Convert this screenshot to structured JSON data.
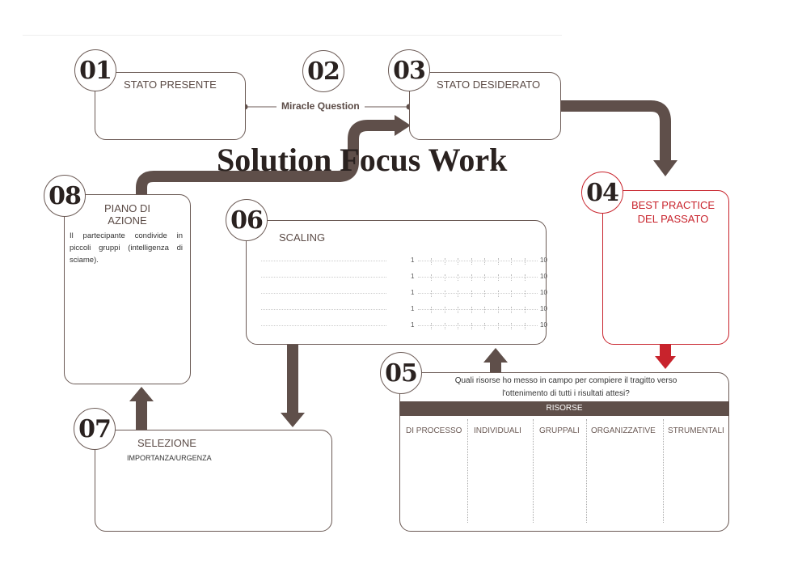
{
  "title": "Solution Focus Work",
  "steps": {
    "s01": {
      "number": "01",
      "label": "STATO PRESENTE"
    },
    "s02": {
      "number": "02",
      "label": "Miracle Question"
    },
    "s03": {
      "number": "03",
      "label": "STATO DESIDERATO"
    },
    "s04": {
      "number": "04",
      "label_line1": "BEST PRACTICE",
      "label_line2": "DEL PASSATO"
    },
    "s05": {
      "number": "05",
      "question_line1": "Quali risorse ho messo in campo per compiere il tragitto verso",
      "question_line2": "l'ottenimento di tutti i risultati attesi?",
      "table_header": "RISORSE",
      "columns": [
        "DI PROCESSO",
        "INDIVIDUALI",
        "GRUPPALI",
        "ORGANIZZATIVE",
        "STRUMENTALI"
      ]
    },
    "s06": {
      "number": "06",
      "label": "SCALING",
      "scale_min": "1",
      "scale_max": "10",
      "rows": 5
    },
    "s07": {
      "number": "07",
      "label": "SELEZIONE",
      "sublabel": "IMPORTANZA/URGENZA"
    },
    "s08": {
      "number": "08",
      "label_line1": "PIANO DI",
      "label_line2": "AZIONE",
      "text": "Il partecipante condivide in piccoli gruppi (intelligenza di sciame)."
    }
  },
  "colors": {
    "brown": "#5f4f4a",
    "red": "#c8232c"
  }
}
